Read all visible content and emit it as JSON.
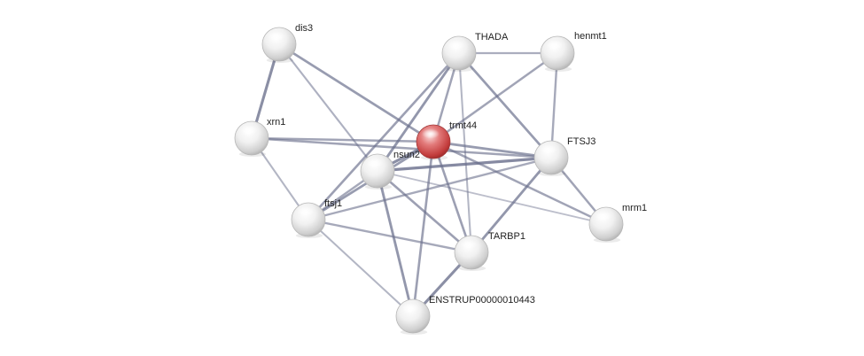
{
  "network": {
    "query_protein": "trmt44",
    "colors": {
      "query_node": "#d9534f",
      "partner_node": "#e8e8e8",
      "edge": "#6a6f8c"
    },
    "nodes": [
      {
        "id": "dis3",
        "label": "dis3",
        "query": false
      },
      {
        "id": "THADA",
        "label": "THADA",
        "query": false
      },
      {
        "id": "henmt1",
        "label": "henmt1",
        "query": false
      },
      {
        "id": "xrn1",
        "label": "xrn1",
        "query": false
      },
      {
        "id": "trmt44",
        "label": "trmt44",
        "query": true
      },
      {
        "id": "nsun2",
        "label": "nsun2",
        "query": false
      },
      {
        "id": "FTSJ3",
        "label": "FTSJ3",
        "query": false
      },
      {
        "id": "ftsj1",
        "label": "ftsj1",
        "query": false
      },
      {
        "id": "mrm1",
        "label": "mrm1",
        "query": false
      },
      {
        "id": "TARBP1",
        "label": "TARBP1",
        "query": false
      },
      {
        "id": "ENSTRUP00000010443",
        "label": "ENSTRUP00000010443",
        "query": false
      }
    ],
    "edges": [
      {
        "source": "dis3",
        "target": "xrn1",
        "strength": 0.8
      },
      {
        "source": "dis3",
        "target": "trmt44",
        "strength": 0.65
      },
      {
        "source": "dis3",
        "target": "nsun2",
        "strength": 0.4
      },
      {
        "source": "THADA",
        "target": "henmt1",
        "strength": 0.45
      },
      {
        "source": "THADA",
        "target": "trmt44",
        "strength": 0.55
      },
      {
        "source": "THADA",
        "target": "nsun2",
        "strength": 0.7
      },
      {
        "source": "THADA",
        "target": "FTSJ3",
        "strength": 0.65
      },
      {
        "source": "THADA",
        "target": "ftsj1",
        "strength": 0.6
      },
      {
        "source": "THADA",
        "target": "TARBP1",
        "strength": 0.35
      },
      {
        "source": "henmt1",
        "target": "trmt44",
        "strength": 0.55
      },
      {
        "source": "henmt1",
        "target": "FTSJ3",
        "strength": 0.5
      },
      {
        "source": "xrn1",
        "target": "trmt44",
        "strength": 0.55
      },
      {
        "source": "xrn1",
        "target": "FTSJ3",
        "strength": 0.55
      },
      {
        "source": "xrn1",
        "target": "ftsj1",
        "strength": 0.35
      },
      {
        "source": "trmt44",
        "target": "nsun2",
        "strength": 0.8
      },
      {
        "source": "trmt44",
        "target": "FTSJ3",
        "strength": 0.65
      },
      {
        "source": "trmt44",
        "target": "ftsj1",
        "strength": 0.65
      },
      {
        "source": "trmt44",
        "target": "TARBP1",
        "strength": 0.6
      },
      {
        "source": "trmt44",
        "target": "ENSTRUP00000010443",
        "strength": 0.6
      },
      {
        "source": "trmt44",
        "target": "mrm1",
        "strength": 0.55
      },
      {
        "source": "nsun2",
        "target": "FTSJ3",
        "strength": 0.85
      },
      {
        "source": "nsun2",
        "target": "TARBP1",
        "strength": 0.6
      },
      {
        "source": "nsun2",
        "target": "ENSTRUP00000010443",
        "strength": 0.7
      },
      {
        "source": "nsun2",
        "target": "ftsj1",
        "strength": 0.5
      },
      {
        "source": "nsun2",
        "target": "mrm1",
        "strength": 0.25
      },
      {
        "source": "FTSJ3",
        "target": "mrm1",
        "strength": 0.55
      },
      {
        "source": "FTSJ3",
        "target": "TARBP1",
        "strength": 0.7
      },
      {
        "source": "FTSJ3",
        "target": "ftsj1",
        "strength": 0.5
      },
      {
        "source": "ftsj1",
        "target": "TARBP1",
        "strength": 0.5
      },
      {
        "source": "ftsj1",
        "target": "ENSTRUP00000010443",
        "strength": 0.35
      },
      {
        "source": "TARBP1",
        "target": "ENSTRUP00000010443",
        "strength": 0.8
      }
    ]
  }
}
